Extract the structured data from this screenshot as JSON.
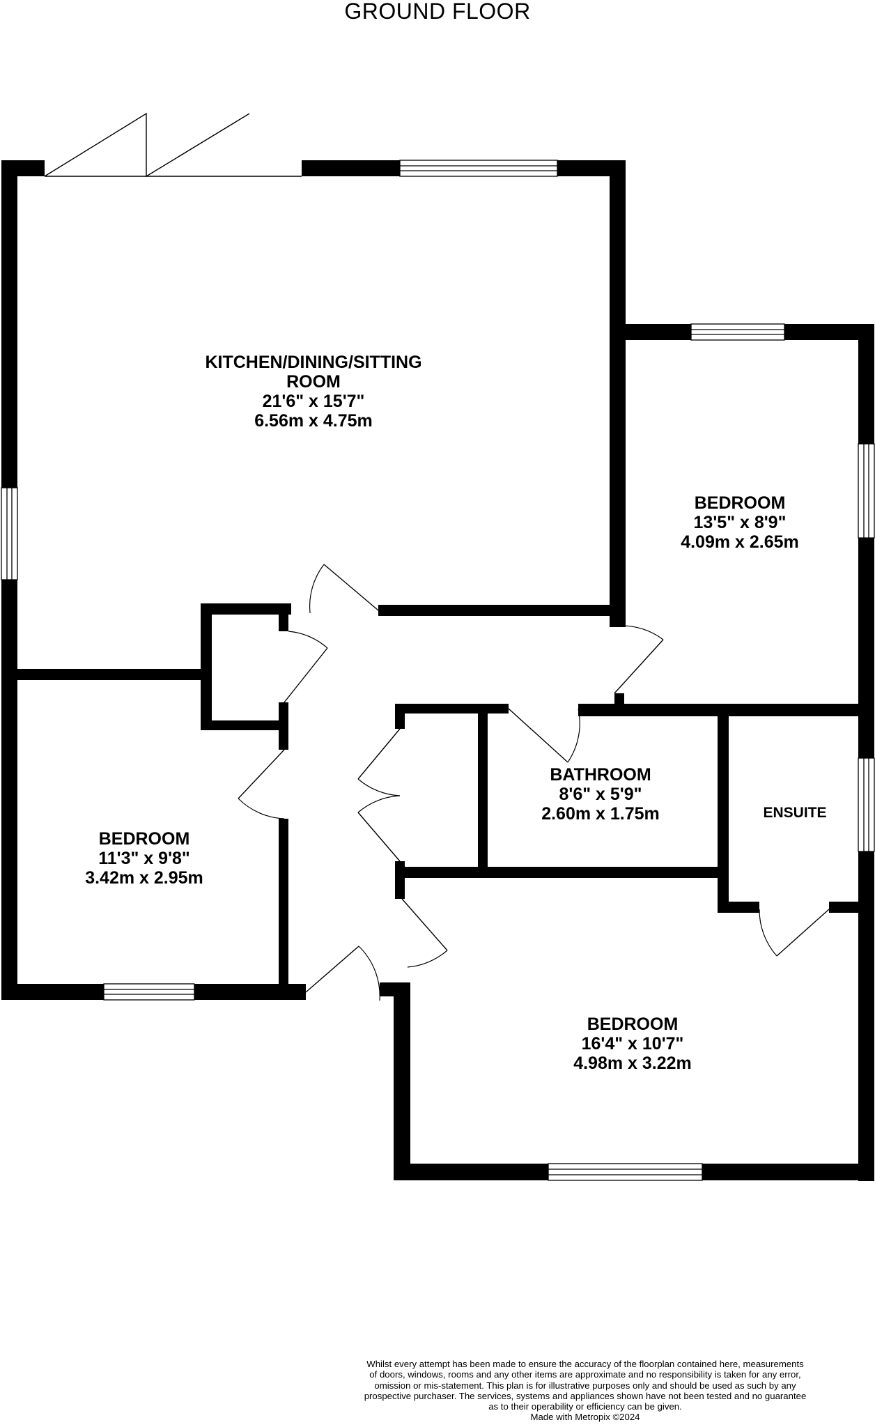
{
  "title": "GROUND FLOOR",
  "rooms": {
    "kitchen": {
      "name_line1": "KITCHEN/DINING/SITTING",
      "name_line2": "ROOM",
      "imperial": "21'6\"  x 15'7\"",
      "metric": "6.56m  x 4.75m"
    },
    "bedroom_right": {
      "name": "BEDROOM",
      "imperial": "13'5\"  x 8'9\"",
      "metric": "4.09m  x 2.65m"
    },
    "bedroom_left": {
      "name": "BEDROOM",
      "imperial": "11'3\"  x 9'8\"",
      "metric": "3.42m  x 2.95m"
    },
    "bathroom": {
      "name": "BATHROOM",
      "imperial": "8'6\"  x 5'9\"",
      "metric": "2.60m  x 1.75m"
    },
    "ensuite": {
      "name": "ENSUITE"
    },
    "bedroom_bottom": {
      "name": "BEDROOM",
      "imperial": "16'4\"  x 10'7\"",
      "metric": "4.98m  x 3.22m"
    }
  },
  "disclaimer": [
    "Whilst every attempt has been made to ensure the accuracy of the floorplan contained here, measurements",
    "of doors, windows, rooms and any other items are approximate and no responsibility is taken for any error,",
    "omission or mis-statement. This plan is for illustrative purposes only and should be used as such by any",
    "prospective purchaser. The services, systems and appliances shown have not been tested and no guarantee",
    "as to their operability or efficiency can be given.",
    "Made with Metropix ©2024"
  ],
  "colors": {
    "wall": "#000000",
    "background": "#ffffff"
  }
}
